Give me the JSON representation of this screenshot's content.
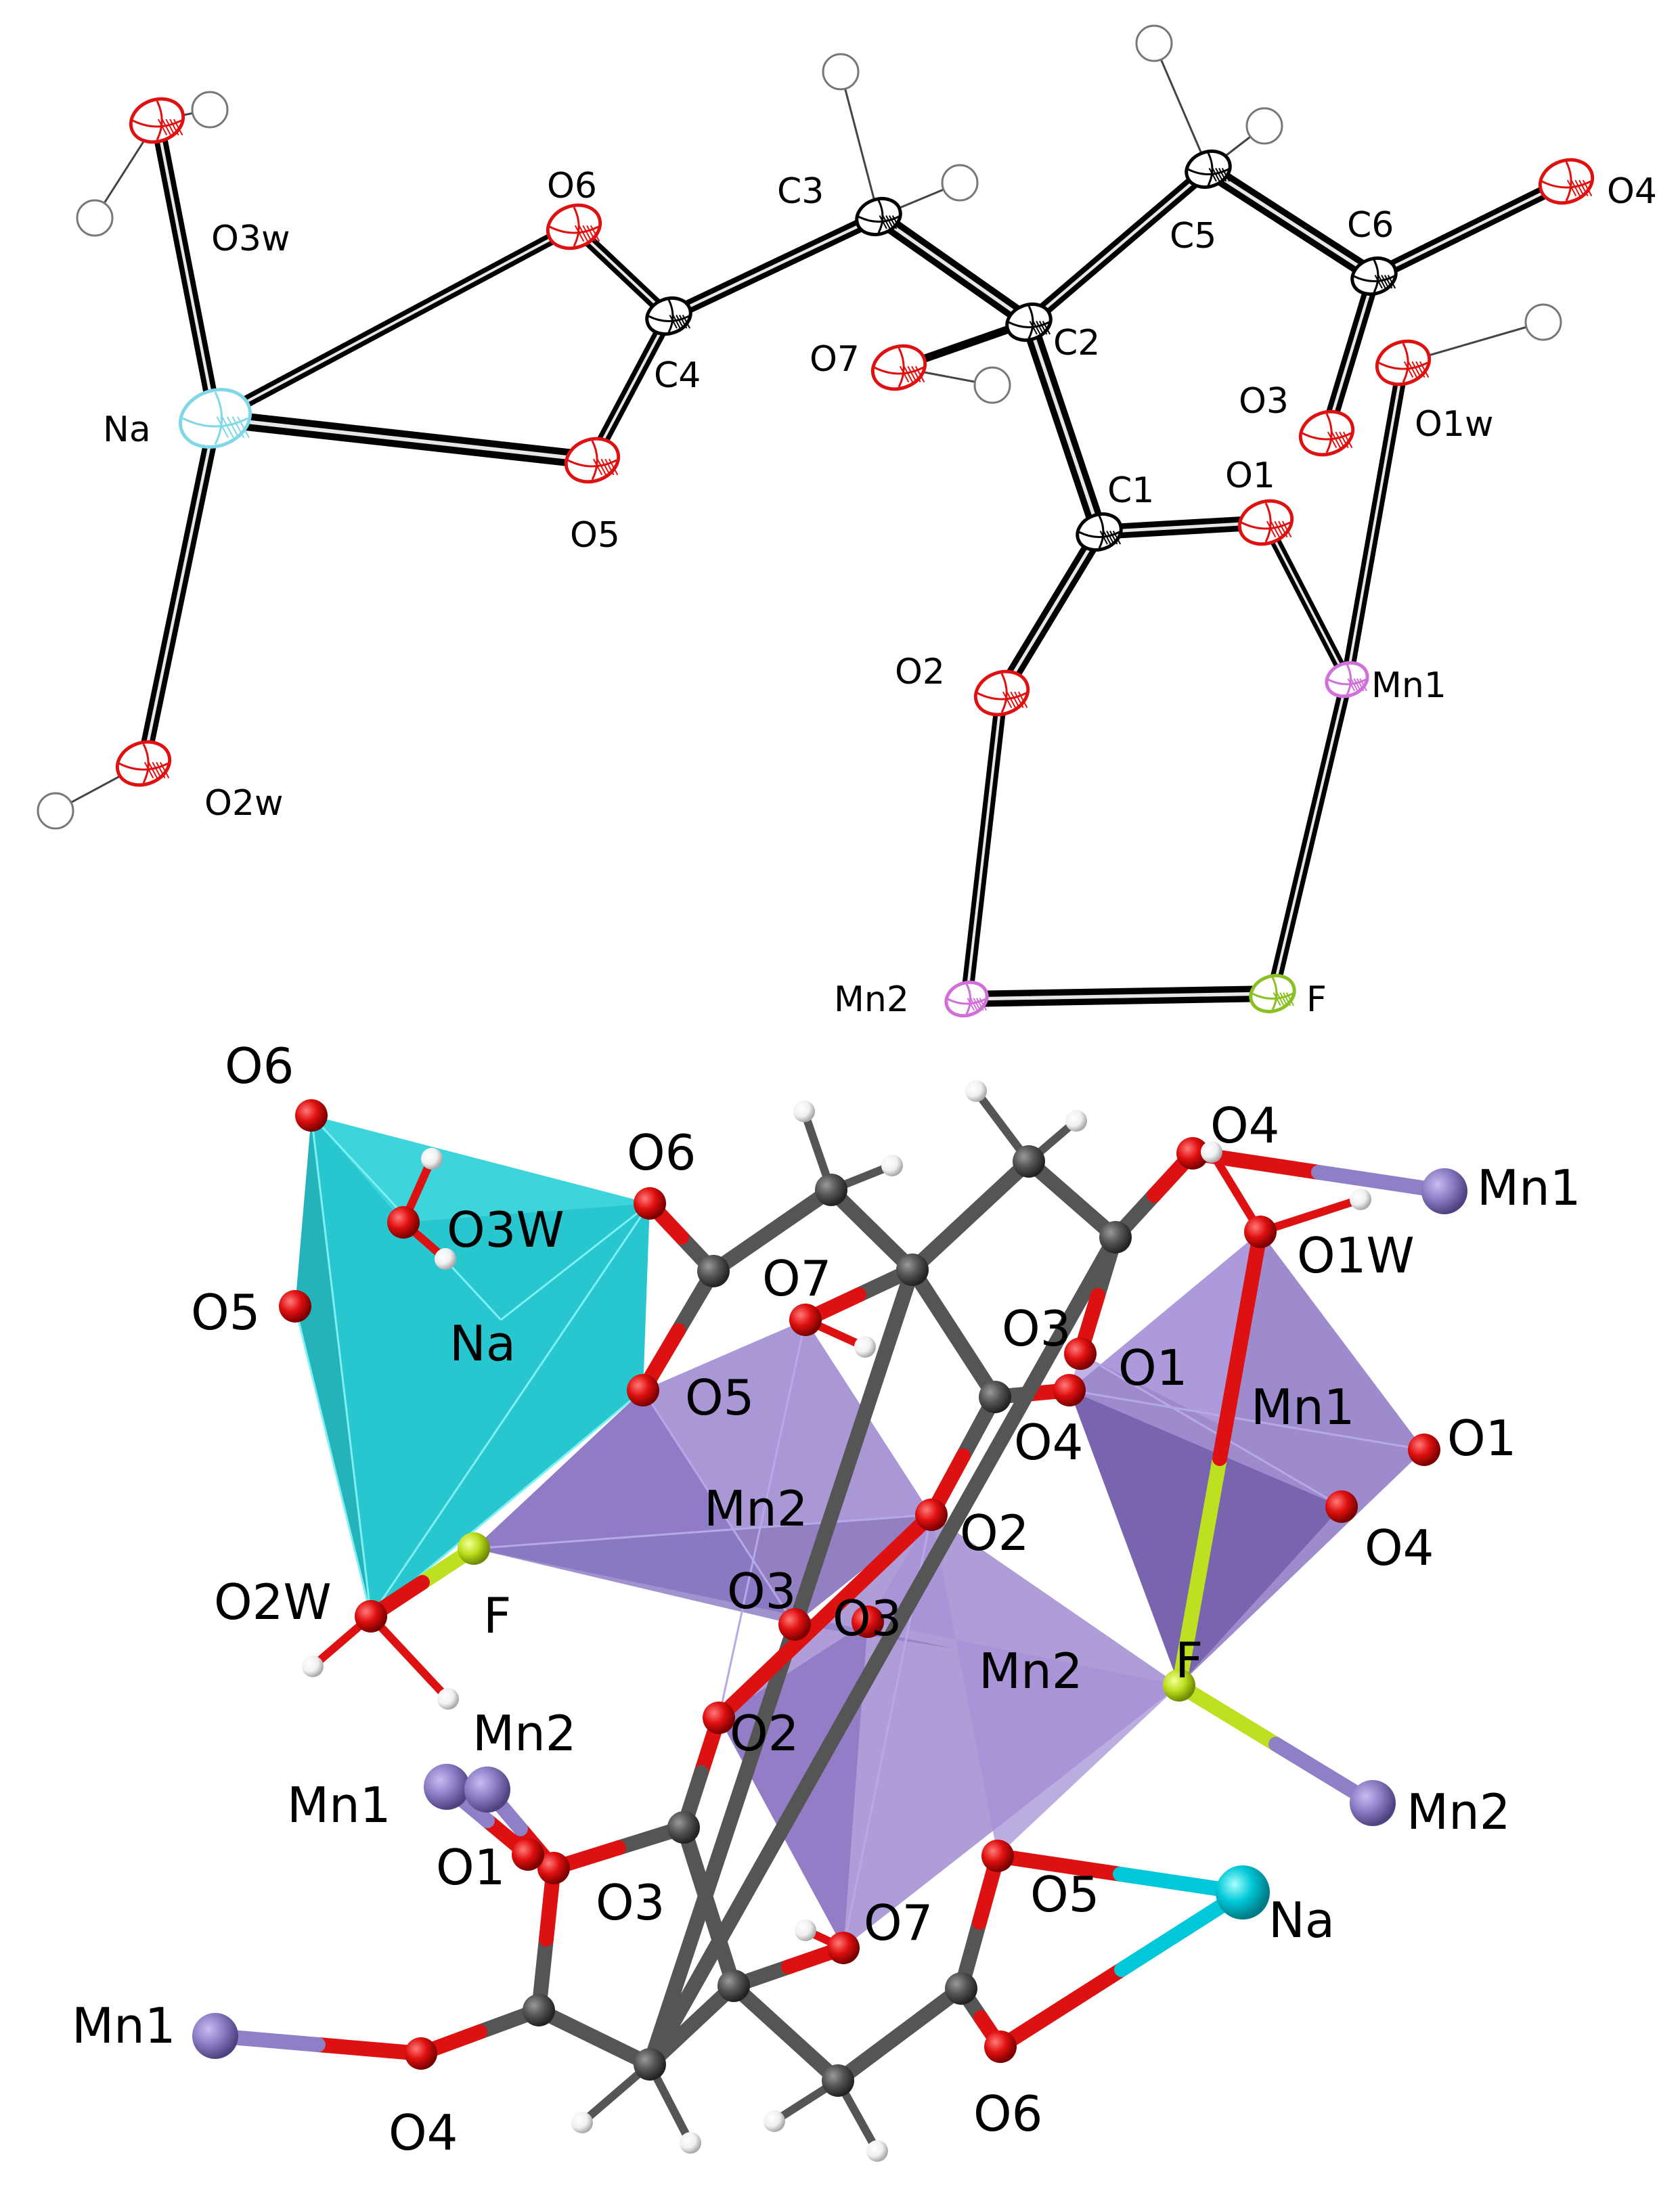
{
  "ortep": {
    "labels": {
      "O3w": "O3w",
      "Na": "Na",
      "O2w": "O2w",
      "O6": "O6",
      "O5": "O5",
      "C4": "C4",
      "C3": "C3",
      "O7": "O7",
      "C2": "C2",
      "C5": "C5",
      "C6": "C6",
      "O4": "O4",
      "O3": "O3",
      "O1w": "O1w",
      "C1": "C1",
      "O1": "O1",
      "O2": "O2",
      "Mn1": "Mn1",
      "Mn2": "Mn2",
      "F": "F"
    }
  },
  "packing": {
    "labels": {
      "O6a": "O6",
      "O3W": "O3W",
      "O6b": "O6",
      "O5a": "O5",
      "Na": "Na",
      "O7a": "O7",
      "O3a": "O3",
      "O5b": "O5",
      "O1a": "O1",
      "Mn1a": "Mn1",
      "O4a": "O4",
      "O1b": "O1",
      "O4b": "O4",
      "O4c": "O4",
      "Mn1b": "Mn1",
      "O1W": "O1W",
      "Mn2a": "Mn2",
      "O2a": "O2",
      "O2W": "O2W",
      "Fa": "F",
      "O3b": "O3",
      "O3c": "O3",
      "Mn2b": "Mn2",
      "Fb": "F",
      "Mn2c": "Mn2",
      "O2b": "O2",
      "Mn1c": "Mn1",
      "Mn2d": "Mn2",
      "O1c": "O1",
      "O3d": "O3",
      "O7b": "O7",
      "O5c": "O5",
      "Nab": "Na",
      "Mn1d": "Mn1",
      "O4d": "O4",
      "O6c": "O6"
    }
  },
  "colors": {
    "oxygen": "#e01010",
    "carbon": "#555555",
    "hydrogen": "#f2f2f2",
    "manganese": "#8e7fc7",
    "sodium": "#00c8d8",
    "fluorine": "#bde020",
    "na_polyhedron": "#1cc3cc",
    "mn_polyhedron": "#8a72c4"
  }
}
